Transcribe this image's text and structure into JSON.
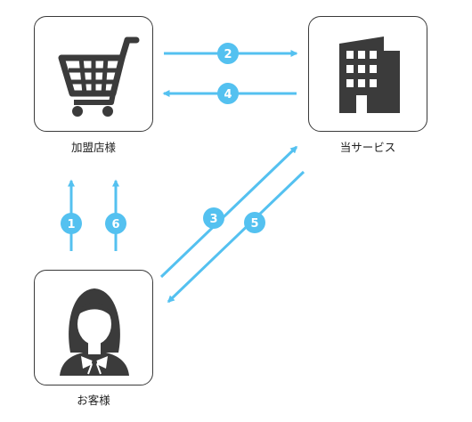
{
  "nodes": {
    "shop": {
      "label": "加盟店様",
      "icon": "shopping-cart-icon"
    },
    "service": {
      "label": "当サービス",
      "icon": "office-building-icon"
    },
    "customer": {
      "label": "お客様",
      "icon": "woman-avatar-icon"
    }
  },
  "steps": [
    "1",
    "2",
    "3",
    "4",
    "5",
    "6"
  ],
  "colors": {
    "arrow": "#54c1f0",
    "icon": "#3b3b3b",
    "border": "#3a3a3a"
  }
}
